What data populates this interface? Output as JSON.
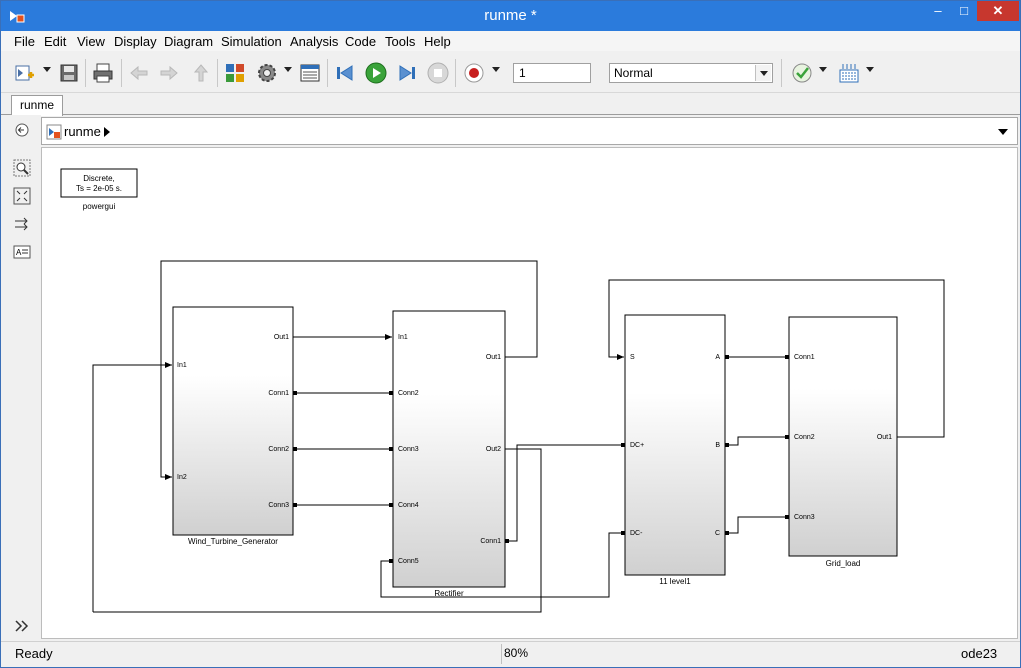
{
  "window": {
    "title": "runme *",
    "minimize": "–",
    "maximize": "□",
    "close": "✕"
  },
  "menu": [
    "File",
    "Edit",
    "View",
    "Display",
    "Diagram",
    "Simulation",
    "Analysis",
    "Code",
    "Tools",
    "Help"
  ],
  "toolbar": {
    "stop_time": "1",
    "simulation_mode": "Normal",
    "icons": [
      "new-model-icon",
      "save-icon",
      "print-icon",
      "back-icon",
      "forward-icon",
      "up-icon",
      "library-browser-icon",
      "model-config-icon",
      "model-explorer-icon",
      "step-back-icon",
      "run-icon",
      "step-forward-icon",
      "stop-icon",
      "record-icon",
      "check-icon",
      "build-icon"
    ]
  },
  "tab": {
    "label": "runme"
  },
  "address": {
    "crumb": "runme"
  },
  "canvas": {
    "powergui": {
      "line1": "Discrete,",
      "line2": "Ts = 2e-05 s.",
      "name": "powergui"
    },
    "blocks": {
      "wind": {
        "name": "Wind_Turbine_Generator",
        "in1": "In1",
        "in2": "In2",
        "out1": "Out1",
        "conn1": "Conn1",
        "conn2": "Conn2",
        "conn3": "Conn3"
      },
      "rect": {
        "name": "Rectifier",
        "in1": "In1",
        "conn2": "Conn2",
        "conn3": "Conn3",
        "conn4": "Conn4",
        "conn5": "Conn5",
        "out1": "Out1",
        "out2": "Out2",
        "conn1": "Conn1"
      },
      "level": {
        "name": "11 level1",
        "s": "S",
        "dcp": "DC+",
        "dcm": "DC-",
        "a": "A",
        "b": "B",
        "c": "C"
      },
      "grid": {
        "name": "Grid_load",
        "conn1": "Conn1",
        "conn2": "Conn2",
        "conn3": "Conn3",
        "out1": "Out1"
      }
    }
  },
  "status": {
    "ready": "Ready",
    "zoom": "80%",
    "solver": "ode23"
  },
  "colors": {
    "titlebar": "#2b7bdc",
    "run_green": "#3aa33a",
    "record_red": "#c81e1e",
    "powergui_text": "#1a2fd0"
  }
}
